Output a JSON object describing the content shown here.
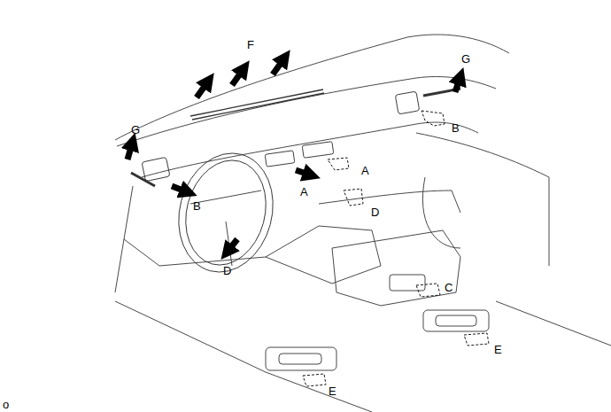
{
  "diagram": {
    "labels": [
      "F",
      "G",
      "G",
      "B",
      "A",
      "B",
      "A",
      "D",
      "D",
      "C",
      "E",
      "E",
      "o"
    ]
  }
}
